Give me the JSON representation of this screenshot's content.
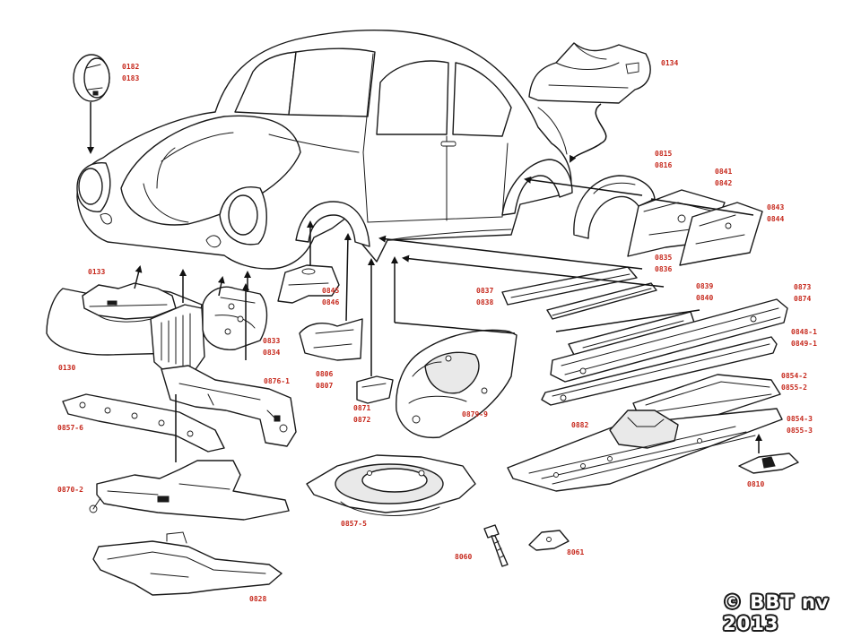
{
  "watermark": "© BBT nv 2013",
  "parts": [
    {
      "id": "headlight-bucket",
      "label": "0182\n0183"
    },
    {
      "id": "front-upper-panel",
      "label": "0134"
    },
    {
      "id": "front-apron",
      "label": "0133"
    },
    {
      "id": "front-beam-panel",
      "label": "0130"
    },
    {
      "id": "quarter-panel-section",
      "label": "0815\n0816"
    },
    {
      "id": "rear-heater-channel",
      "label": "0841\n0842"
    },
    {
      "id": "rear-quarter-section",
      "label": "0843\n0844"
    },
    {
      "id": "front-quarter-section",
      "label": "0845\n0846"
    },
    {
      "id": "a-pillar-section",
      "label": "0833\n0834"
    },
    {
      "id": "sill-panel",
      "label": "0835\n0836"
    },
    {
      "id": "running-board-strip",
      "label": "0837\n0838"
    },
    {
      "id": "sill-strip",
      "label": "0839\n0840"
    },
    {
      "id": "heater-channel-outer",
      "label": "0873\n0874"
    },
    {
      "id": "heater-channel-inner",
      "label": "0848-1\n0849-1"
    },
    {
      "id": "pan-half-front",
      "label": "0854-2\n0855-2"
    },
    {
      "id": "pan-half-rear",
      "label": "0854-3\n0855-3"
    },
    {
      "id": "frame-head",
      "label": "0876-1"
    },
    {
      "id": "door-post-repair",
      "label": "0806\n0807"
    },
    {
      "id": "jack-point",
      "label": "0871\n0872"
    },
    {
      "id": "inner-wheel-arch",
      "label": "0879-9"
    },
    {
      "id": "floor-pan",
      "label": "0882"
    },
    {
      "id": "tunnel-support",
      "label": "0810"
    },
    {
      "id": "cross-member-front",
      "label": "0857-6"
    },
    {
      "id": "frame-fork",
      "label": "0870-2"
    },
    {
      "id": "floor-plate",
      "label": "0828"
    },
    {
      "id": "spare-wheel-well",
      "label": "0857-5"
    },
    {
      "id": "bolt",
      "label": "8060"
    },
    {
      "id": "clip",
      "label": "8061"
    }
  ]
}
